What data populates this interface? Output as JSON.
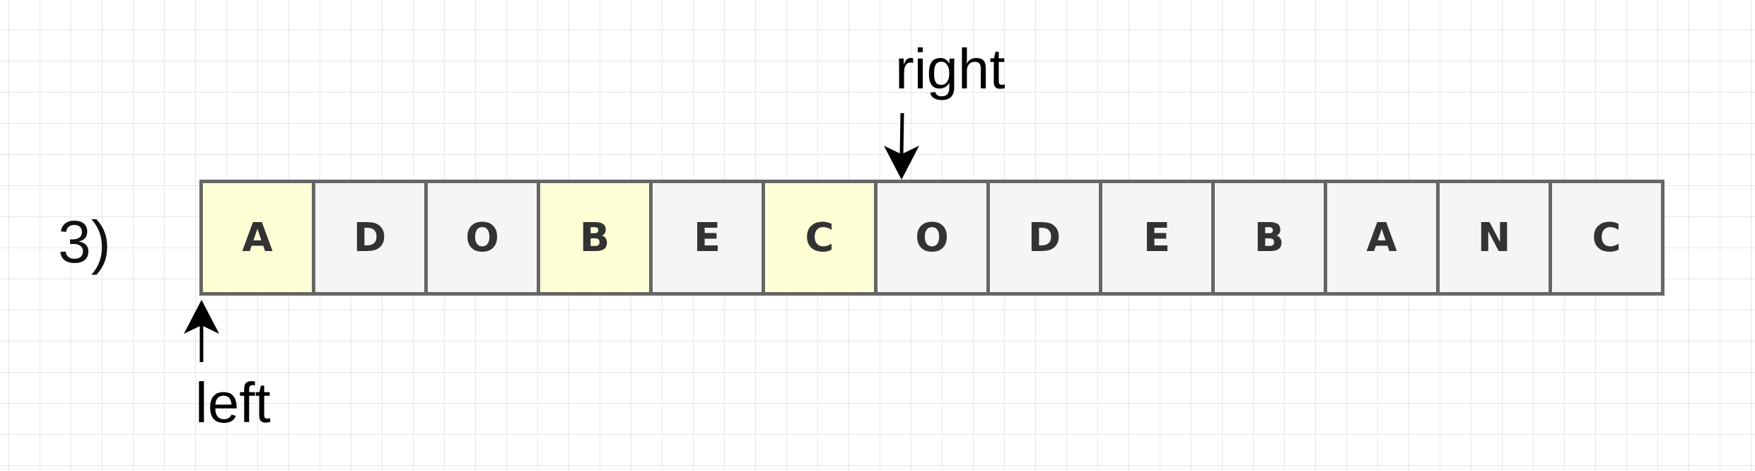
{
  "step_label": "3)",
  "cells": [
    {
      "char": "A",
      "highlighted": true
    },
    {
      "char": "D",
      "highlighted": false
    },
    {
      "char": "O",
      "highlighted": false
    },
    {
      "char": "B",
      "highlighted": true
    },
    {
      "char": "E",
      "highlighted": false
    },
    {
      "char": "C",
      "highlighted": true
    },
    {
      "char": "O",
      "highlighted": false
    },
    {
      "char": "D",
      "highlighted": false
    },
    {
      "char": "E",
      "highlighted": false
    },
    {
      "char": "B",
      "highlighted": false
    },
    {
      "char": "A",
      "highlighted": false
    },
    {
      "char": "N",
      "highlighted": false
    },
    {
      "char": "C",
      "highlighted": false
    }
  ],
  "pointers": {
    "left": {
      "label": "left",
      "index": 0
    },
    "right": {
      "label": "right",
      "index": 6
    }
  },
  "colors": {
    "highlight": "#ffffd6",
    "cell": "#f5f5f5",
    "border": "#666666",
    "grid": "#e6e6e6"
  }
}
